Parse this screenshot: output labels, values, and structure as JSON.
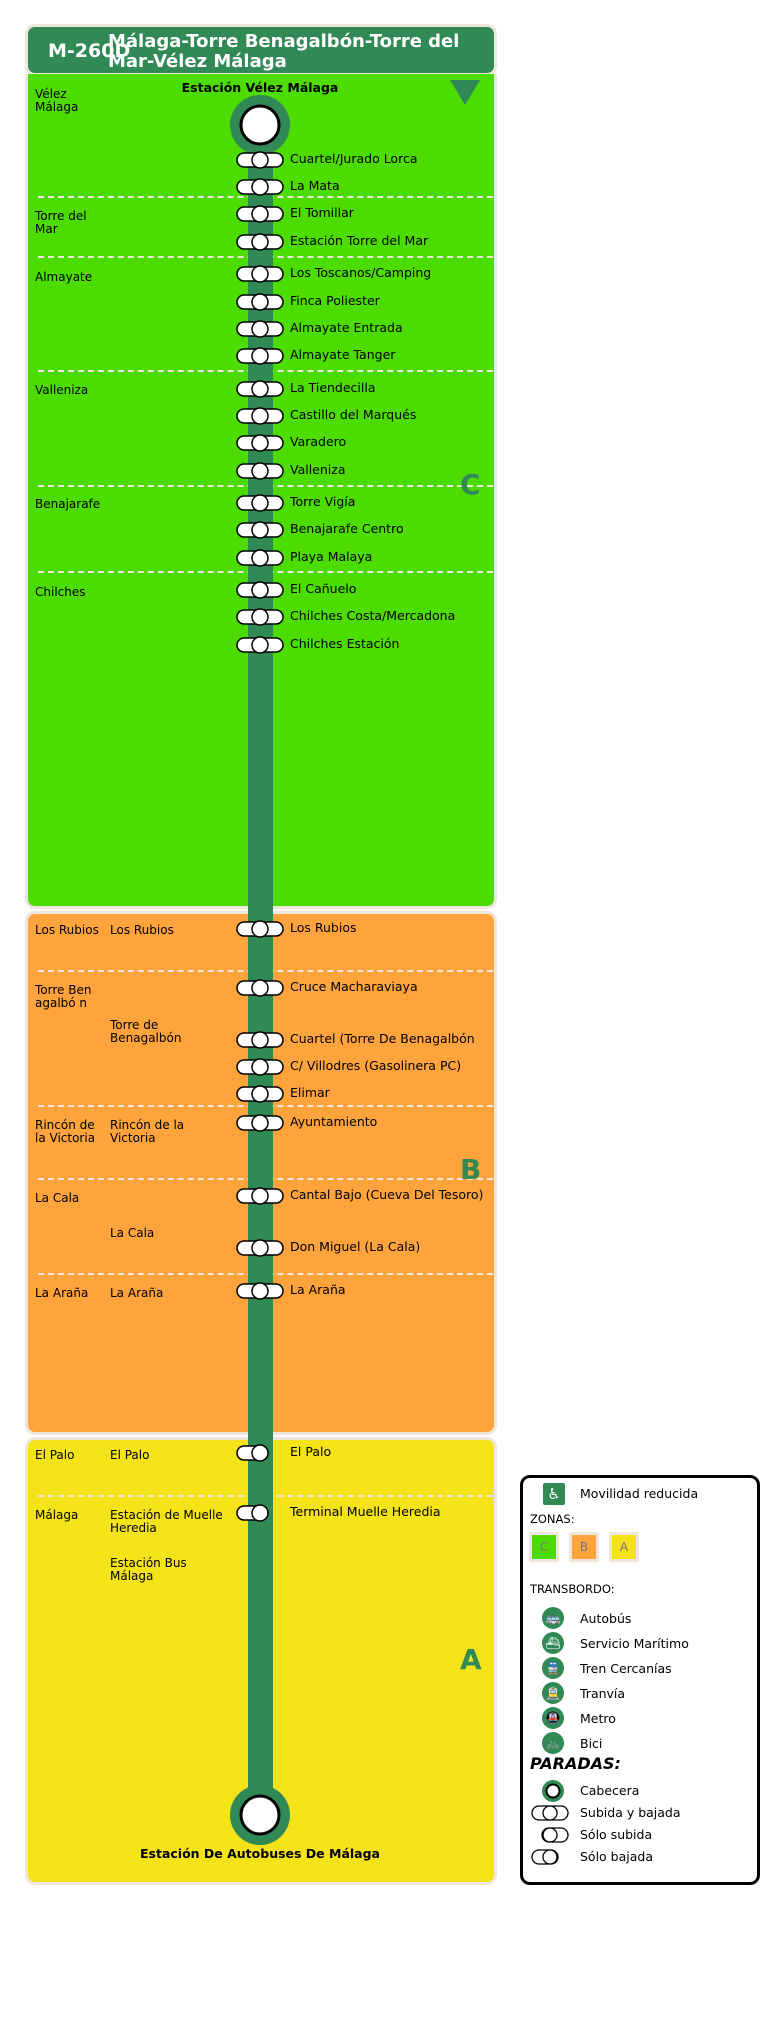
{
  "header": {
    "code": "M-260D",
    "title": "Málaga-Torre Benagalbón-Torre del Mar-Vélez Málaga"
  },
  "colors": {
    "line": "#318955",
    "zone_c": "#4cdc00",
    "zone_b": "#ffa33c",
    "zone_a": "#f5e31a"
  },
  "origin": "Estación Vélez Málaga",
  "destination": "Estación De Autobuses De Málaga",
  "direction_icon": "triangle-down-icon",
  "zones": [
    {
      "letter": "C",
      "municipalities": [
        {
          "name": "Vélez Málaga"
        },
        {
          "name": "Torre del Mar"
        },
        {
          "name": "Almayate"
        },
        {
          "name": "Valleniza"
        },
        {
          "name": "Benajarafe"
        },
        {
          "name": "Chilches"
        }
      ]
    },
    {
      "letter": "B",
      "municipalities": [
        {
          "name": "Los Rubios",
          "locality": "Los Rubios"
        },
        {
          "name": "Torre Benagalbó n",
          "locality": "Torre de Benagalbón"
        },
        {
          "name": "Rincón de la Victoria",
          "locality": "Rincón de la Victoria"
        },
        {
          "name": "La Cala",
          "locality": "La Cala"
        },
        {
          "name": "La Araña",
          "locality": "La Araña"
        }
      ]
    },
    {
      "letter": "A",
      "municipalities": [
        {
          "name": "El Palo",
          "locality": "El Palo"
        },
        {
          "name": "Málaga",
          "locality": "Estación de Muelle Heredia",
          "locality2": "Estación Bus Málaga"
        }
      ]
    }
  ],
  "stops": [
    {
      "name": "Cuartel/Jurado Lorca",
      "type": "subida y bajada"
    },
    {
      "name": "La Mata",
      "type": "subida y bajada"
    },
    {
      "name": "El Tomillar",
      "type": "subida y bajada"
    },
    {
      "name": "Estación Torre del Mar",
      "type": "subida y bajada"
    },
    {
      "name": "Los Toscanos/Camping",
      "type": "subida y bajada"
    },
    {
      "name": "Finca Poliester",
      "type": "subida y bajada"
    },
    {
      "name": "Almayate Entrada",
      "type": "subida y bajada"
    },
    {
      "name": "Almayate Tanger",
      "type": "subida y bajada"
    },
    {
      "name": "La Tiendecilla",
      "type": "subida y bajada"
    },
    {
      "name": "Castillo del Marqués",
      "type": "subida y bajada"
    },
    {
      "name": "Varadero",
      "type": "subida y bajada"
    },
    {
      "name": "Valleniza",
      "type": "subida y bajada"
    },
    {
      "name": "Torre Vigía",
      "type": "subida y bajada"
    },
    {
      "name": "Benajarafe Centro",
      "type": "subida y bajada"
    },
    {
      "name": "Playa Malaya",
      "type": "subida y bajada"
    },
    {
      "name": "El Cañuelo",
      "type": "subida y bajada"
    },
    {
      "name": "Chilches Costa/Mercadona",
      "type": "subida y bajada"
    },
    {
      "name": "Chilches Estación",
      "type": "subida y bajada"
    },
    {
      "name": "Los Rubios",
      "type": "subida y bajada"
    },
    {
      "name": "Cruce Macharaviaya",
      "type": "subida y bajada"
    },
    {
      "name": "Cuartel (Torre De Benagalbón",
      "type": "subida y bajada"
    },
    {
      "name": "C/ Villodres (Gasolinera PC)",
      "type": "subida y bajada"
    },
    {
      "name": "Elimar",
      "type": "subida y bajada"
    },
    {
      "name": "Ayuntamiento",
      "type": "subida y bajada"
    },
    {
      "name": "Cantal Bajo (Cueva Del Tesoro)",
      "type": "subida y bajada"
    },
    {
      "name": "Don Miguel (La Cala)",
      "type": "subida y bajada"
    },
    {
      "name": "La Araña",
      "type": "subida y bajada"
    },
    {
      "name": "El Palo",
      "type": "sólo bajada"
    },
    {
      "name": "Terminal Muelle Heredia",
      "type": "sólo bajada"
    }
  ],
  "legend": {
    "accessibility": "Movilidad reducida",
    "zones_label": "ZONAS:",
    "zones": [
      "C",
      "B",
      "A"
    ],
    "transfer_label": "TRANSBORDO:",
    "transfers": [
      {
        "icon": "bus-icon",
        "label": "Autobús"
      },
      {
        "icon": "ship-icon",
        "label": "Servicio Marítimo"
      },
      {
        "icon": "train-icon",
        "label": "Tren Cercanías"
      },
      {
        "icon": "tram-icon",
        "label": "Tranvía"
      },
      {
        "icon": "metro-icon",
        "label": "Metro"
      },
      {
        "icon": "bike-icon",
        "label": "Bici"
      }
    ],
    "stops_label": "PARADAS:",
    "stop_types": [
      "Cabecera",
      "Subida y bajada",
      "Sólo subida",
      "Sólo bajada"
    ]
  }
}
